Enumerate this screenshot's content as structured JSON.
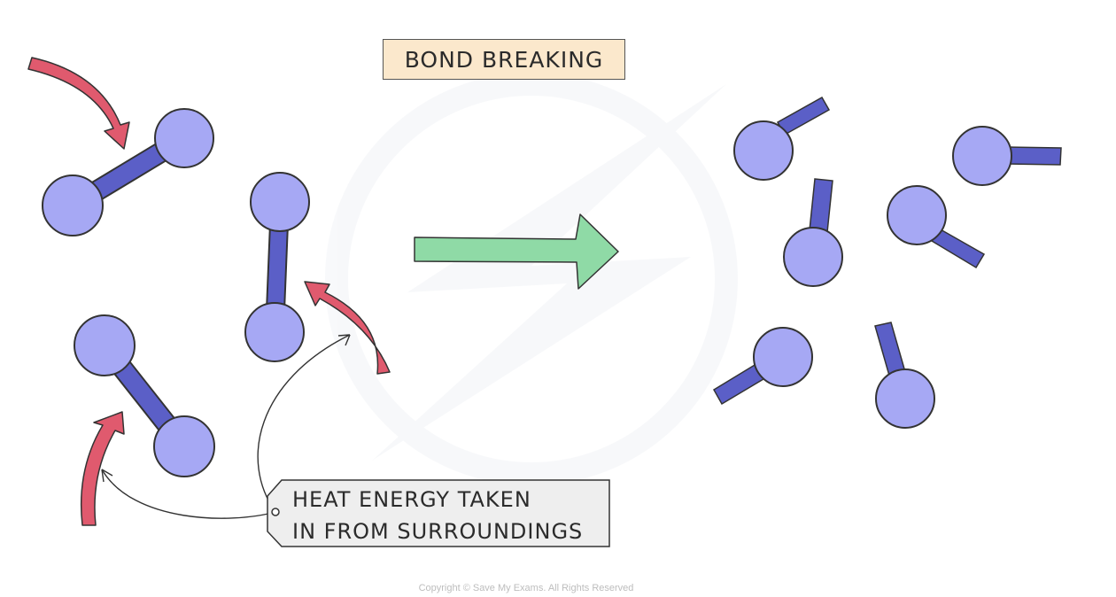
{
  "title": "BOND BREAKING",
  "tag": {
    "line1": "HEAT ENERGY TAKEN",
    "line2": "IN FROM SURROUNDINGS"
  },
  "copyright": "Copyright © Save My Exams. All Rights Reserved",
  "colors": {
    "atom": "#a6a8f4",
    "bond": "#5b5fc7",
    "heat_arrow": "#e05a6e",
    "reaction_arrow": "#8fdaa6",
    "title_bg": "#fbe8cc",
    "tag_bg": "#eeeeee"
  }
}
